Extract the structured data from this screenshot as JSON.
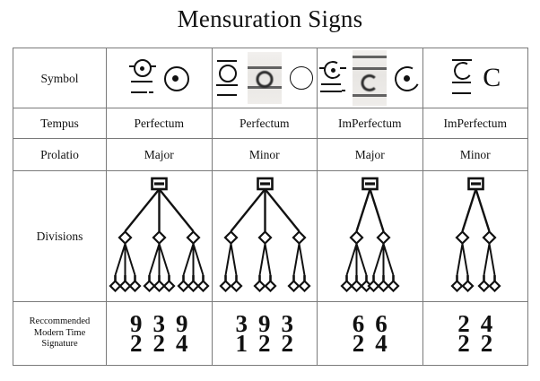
{
  "title": "Mensuration Signs",
  "table": {
    "row_labels": {
      "symbol": "Symbol",
      "tempus": "Tempus",
      "prolatio": "Prolatio",
      "divisions": "Divisions",
      "time_signature_line1": "Reccommended",
      "time_signature_line2": "Modern Time",
      "time_signature_line3": "Signature"
    },
    "columns": [
      {
        "id": "perfectum-major",
        "tempus": "Perfectum",
        "prolatio": "Major",
        "symbols": [
          {
            "kind": "manuscript-circle-dot",
            "name": "manuscript-circle-dot-symbol"
          },
          {
            "kind": "circle-dot",
            "name": "circle-with-dot-symbol"
          }
        ],
        "divisions": {
          "breve": 1,
          "semibreves": 3,
          "minims_per_semibreve": 3,
          "total_minims": 9
        },
        "time_signatures": [
          "9/2",
          "3/2",
          "9/4"
        ]
      },
      {
        "id": "perfectum-minor",
        "tempus": "Perfectum",
        "prolatio": "Minor",
        "symbols": [
          {
            "kind": "manuscript-circle",
            "name": "manuscript-circle-symbol"
          },
          {
            "kind": "scan-circle",
            "name": "scanned-manuscript-circle-fragment"
          },
          {
            "kind": "circle",
            "name": "circle-symbol"
          }
        ],
        "divisions": {
          "breve": 1,
          "semibreves": 3,
          "minims_per_semibreve": 2,
          "total_minims": 6
        },
        "time_signatures": [
          "3/1",
          "9/2",
          "3/2"
        ]
      },
      {
        "id": "imperfectum-major",
        "tempus": "ImPerfectum",
        "prolatio": "Major",
        "symbols": [
          {
            "kind": "manuscript-c-dot",
            "name": "manuscript-c-dot-symbol"
          },
          {
            "kind": "scan-c",
            "name": "scanned-manuscript-c-fragment"
          },
          {
            "kind": "c-dot",
            "name": "c-with-dot-symbol"
          }
        ],
        "divisions": {
          "breve": 1,
          "semibreves": 2,
          "minims_per_semibreve": 3,
          "total_minims": 6
        },
        "time_signatures": [
          "6/2",
          "6/4"
        ]
      },
      {
        "id": "imperfectum-minor",
        "tempus": "ImPerfectum",
        "prolatio": "Minor",
        "symbols": [
          {
            "kind": "manuscript-c",
            "name": "manuscript-c-symbol"
          },
          {
            "kind": "c",
            "name": "c-symbol"
          }
        ],
        "divisions": {
          "breve": 1,
          "semibreves": 2,
          "minims_per_semibreve": 2,
          "total_minims": 4
        },
        "time_signatures": [
          "2/2",
          "4/2"
        ]
      }
    ]
  },
  "colors": {
    "ink": "#111111",
    "border": "#7a7a7a",
    "paper": "#ffffff",
    "scan_gray": "#e8e6e3"
  }
}
